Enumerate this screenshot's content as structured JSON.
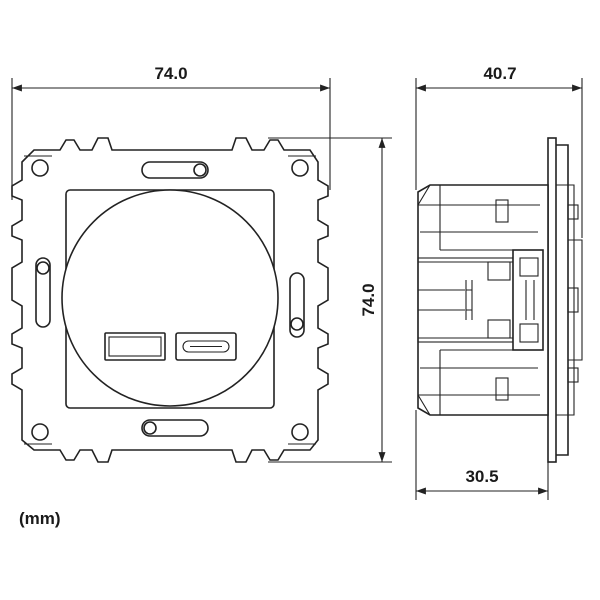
{
  "dimensions": {
    "front_width": "74.0",
    "front_height": "74.0",
    "side_total_depth": "40.7",
    "side_body_depth": "30.5"
  },
  "unit_label": "(mm)",
  "ports": [
    "usb-a-port",
    "usb-c-port"
  ]
}
